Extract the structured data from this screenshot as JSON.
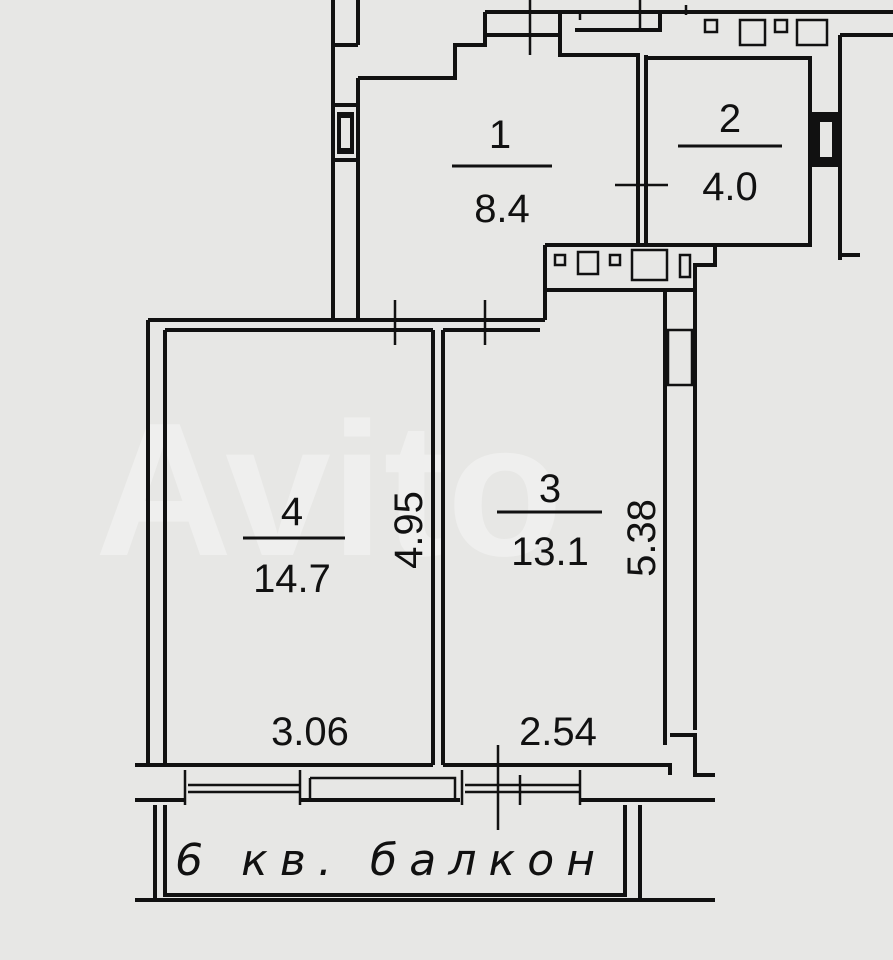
{
  "watermark": "Avito",
  "rooms": [
    {
      "number": "1",
      "area": "8.4"
    },
    {
      "number": "2",
      "area": "4.0"
    },
    {
      "number": "3",
      "area": "13.1"
    },
    {
      "number": "4",
      "area": "14.7"
    }
  ],
  "dimensions": {
    "room4_length": "4.95",
    "room4_width": "3.06",
    "room3_length": "5.38",
    "room3_width": "2.54"
  },
  "handwritten_note": "6 кв. балкон"
}
